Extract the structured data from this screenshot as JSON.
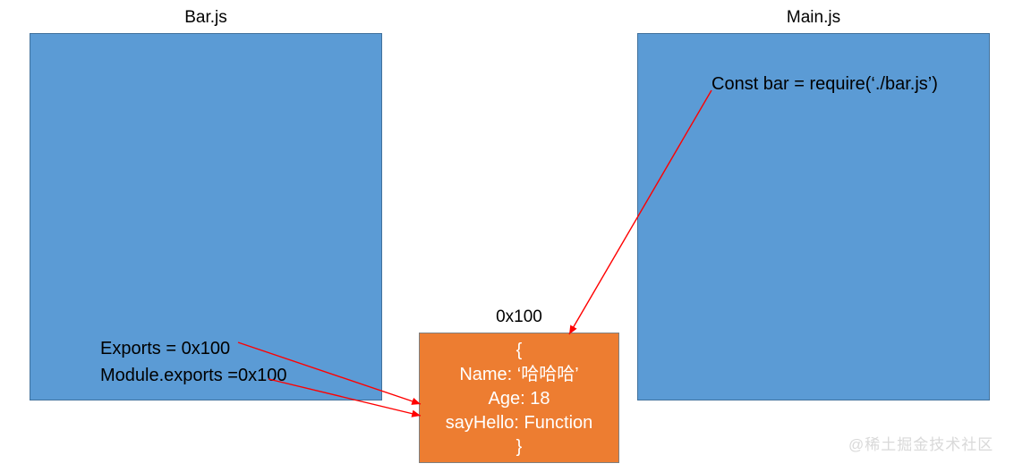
{
  "diagram": {
    "left_module": {
      "title": "Bar.js",
      "exports_line_1": "Exports = 0x100",
      "exports_line_2": "Module.exports =0x100",
      "fill_color": "#5b9bd5",
      "border_color": "#41719c"
    },
    "right_module": {
      "title": "Main.js",
      "require_statement": "Const bar = require(‘./bar.js’)",
      "fill_color": "#5b9bd5",
      "border_color": "#41719c"
    },
    "memory_object": {
      "address_label": "0x100",
      "fill_color": "#ed7d31",
      "border_color": "#7f7f7f",
      "lines": [
        "{",
        "Name: ‘哈哈哈’",
        "Age: 18",
        "sayHello: Function",
        "}"
      ]
    },
    "arrows": {
      "color": "#ff0000",
      "count": 3
    },
    "watermark": "@稀土掘金技术社区"
  }
}
